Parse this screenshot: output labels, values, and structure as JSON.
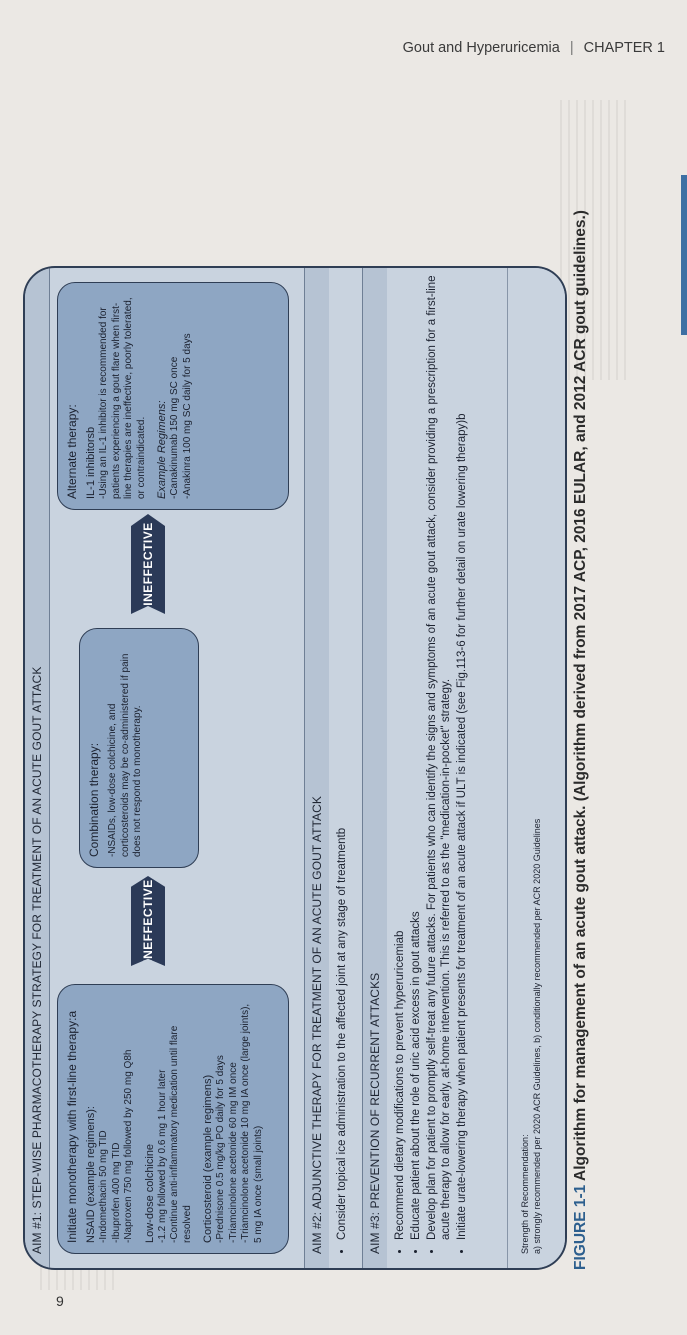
{
  "header": {
    "section": "Gout and Hyperuricemia",
    "separator": "|",
    "chapter": "CHAPTER 1"
  },
  "page_number": "9",
  "colors": {
    "accent": "#2d5f8e",
    "box": "#8ea6c3",
    "panel": "#c9d3df",
    "arrow": "#2b3a58"
  },
  "figure": {
    "aim1": {
      "heading": "AIM #1: STEP-WISE PHARMACOTHERAPY STRATEGY FOR TREATMENT OF AN ACUTE GOUT ATTACK",
      "first_line": {
        "title": "Initiate monotherapy with first-line therapy:a",
        "nsaid_head": "NSAID (example regimens):",
        "nsaid_1": "-Indomethacin 50 mg TID",
        "nsaid_2": "-Ibuprofen 400 mg TID",
        "nsaid_3": "-Naproxen 750 mg followed by 250 mg Q8h",
        "colch_head": "Low-dose colchicine",
        "colch_1": "-1.2 mg followed by 0.6 mg 1 hour later",
        "colch_2": "-Continue anti-inflammatory medication until flare resolved",
        "cort_head": "Corticosteroid (example regimens)",
        "cort_1": "-Prednisone 0.5 mg/kg PO daily for 5 days",
        "cort_2": "-Triamcinolone acetonide 60 mg IM once",
        "cort_3": "-Triamcinolone acetonide 10 mg IA once (large joints),",
        "cort_4": "5 mg IA once (small joints)"
      },
      "arrow_1": "INEFFECTIVE",
      "combination": {
        "title": "Combination therapy:",
        "text": "-NSAIDs, low-dose colchicine, and corticosteroids may be co-administered if pain does not respond to monotherapy."
      },
      "arrow_2": "INEFFECTIVE",
      "alternate": {
        "title": "Alternate therapy:",
        "il1_head": "IL-1 inhibitorsb",
        "il1_text": "-Using an IL-1 inhibitor is recommended for patients experiencing a gout flare when first-line therapies are ineffective, poorly tolerated, or contraindicated.",
        "ex_head": "Example Regimens:",
        "ex_1": "-Canakinumab 150 mg SC once",
        "ex_2": "-Anakinra 100 mg SC daily for 5 days"
      }
    },
    "aim2": {
      "heading": "AIM #2: ADJUNCTIVE THERAPY FOR TREATMENT OF AN ACUTE GOUT ATTACK",
      "bullet_1": "Consider topical ice administration to the affected joint at any stage of treatmentb"
    },
    "aim3": {
      "heading": "AIM #3: PREVENTION OF RECURRENT ATTACKS",
      "bullet_1": "Recommend dietary modifications to prevent hyperuricemiab",
      "bullet_2": "Educate patient about the role of uric acid excess in gout attacks",
      "bullet_3": "Develop plan for patient to promptly self-treat any future attacks. For patients who can identify the signs and symptoms of an acute gout attack, consider providing a prescription for a first-line acute therapy to allow for early, at-home intervention. This is referred to as the \"medication-in-pocket\" strategy.",
      "bullet_4": "Initiate urate-lowering therapy when patient presents for treatment of an acute attack if ULT is indicated (see Fig.113-6 for further detail on urate lowering therapy)b"
    },
    "footer": {
      "heading": "Strength of Recommendation:",
      "text": "a) strongly recommended per 2020 ACR Guidelines, b) conditionally recommended per ACR 2020 Guidelines"
    }
  },
  "caption": {
    "label": "FIGURE 1-1",
    "text": "Algorithm for management of an acute gout attack. (Algorithm derived from 2017 ACP, 2016 EULAR, and 2012 ACR gout guidelines.)"
  }
}
